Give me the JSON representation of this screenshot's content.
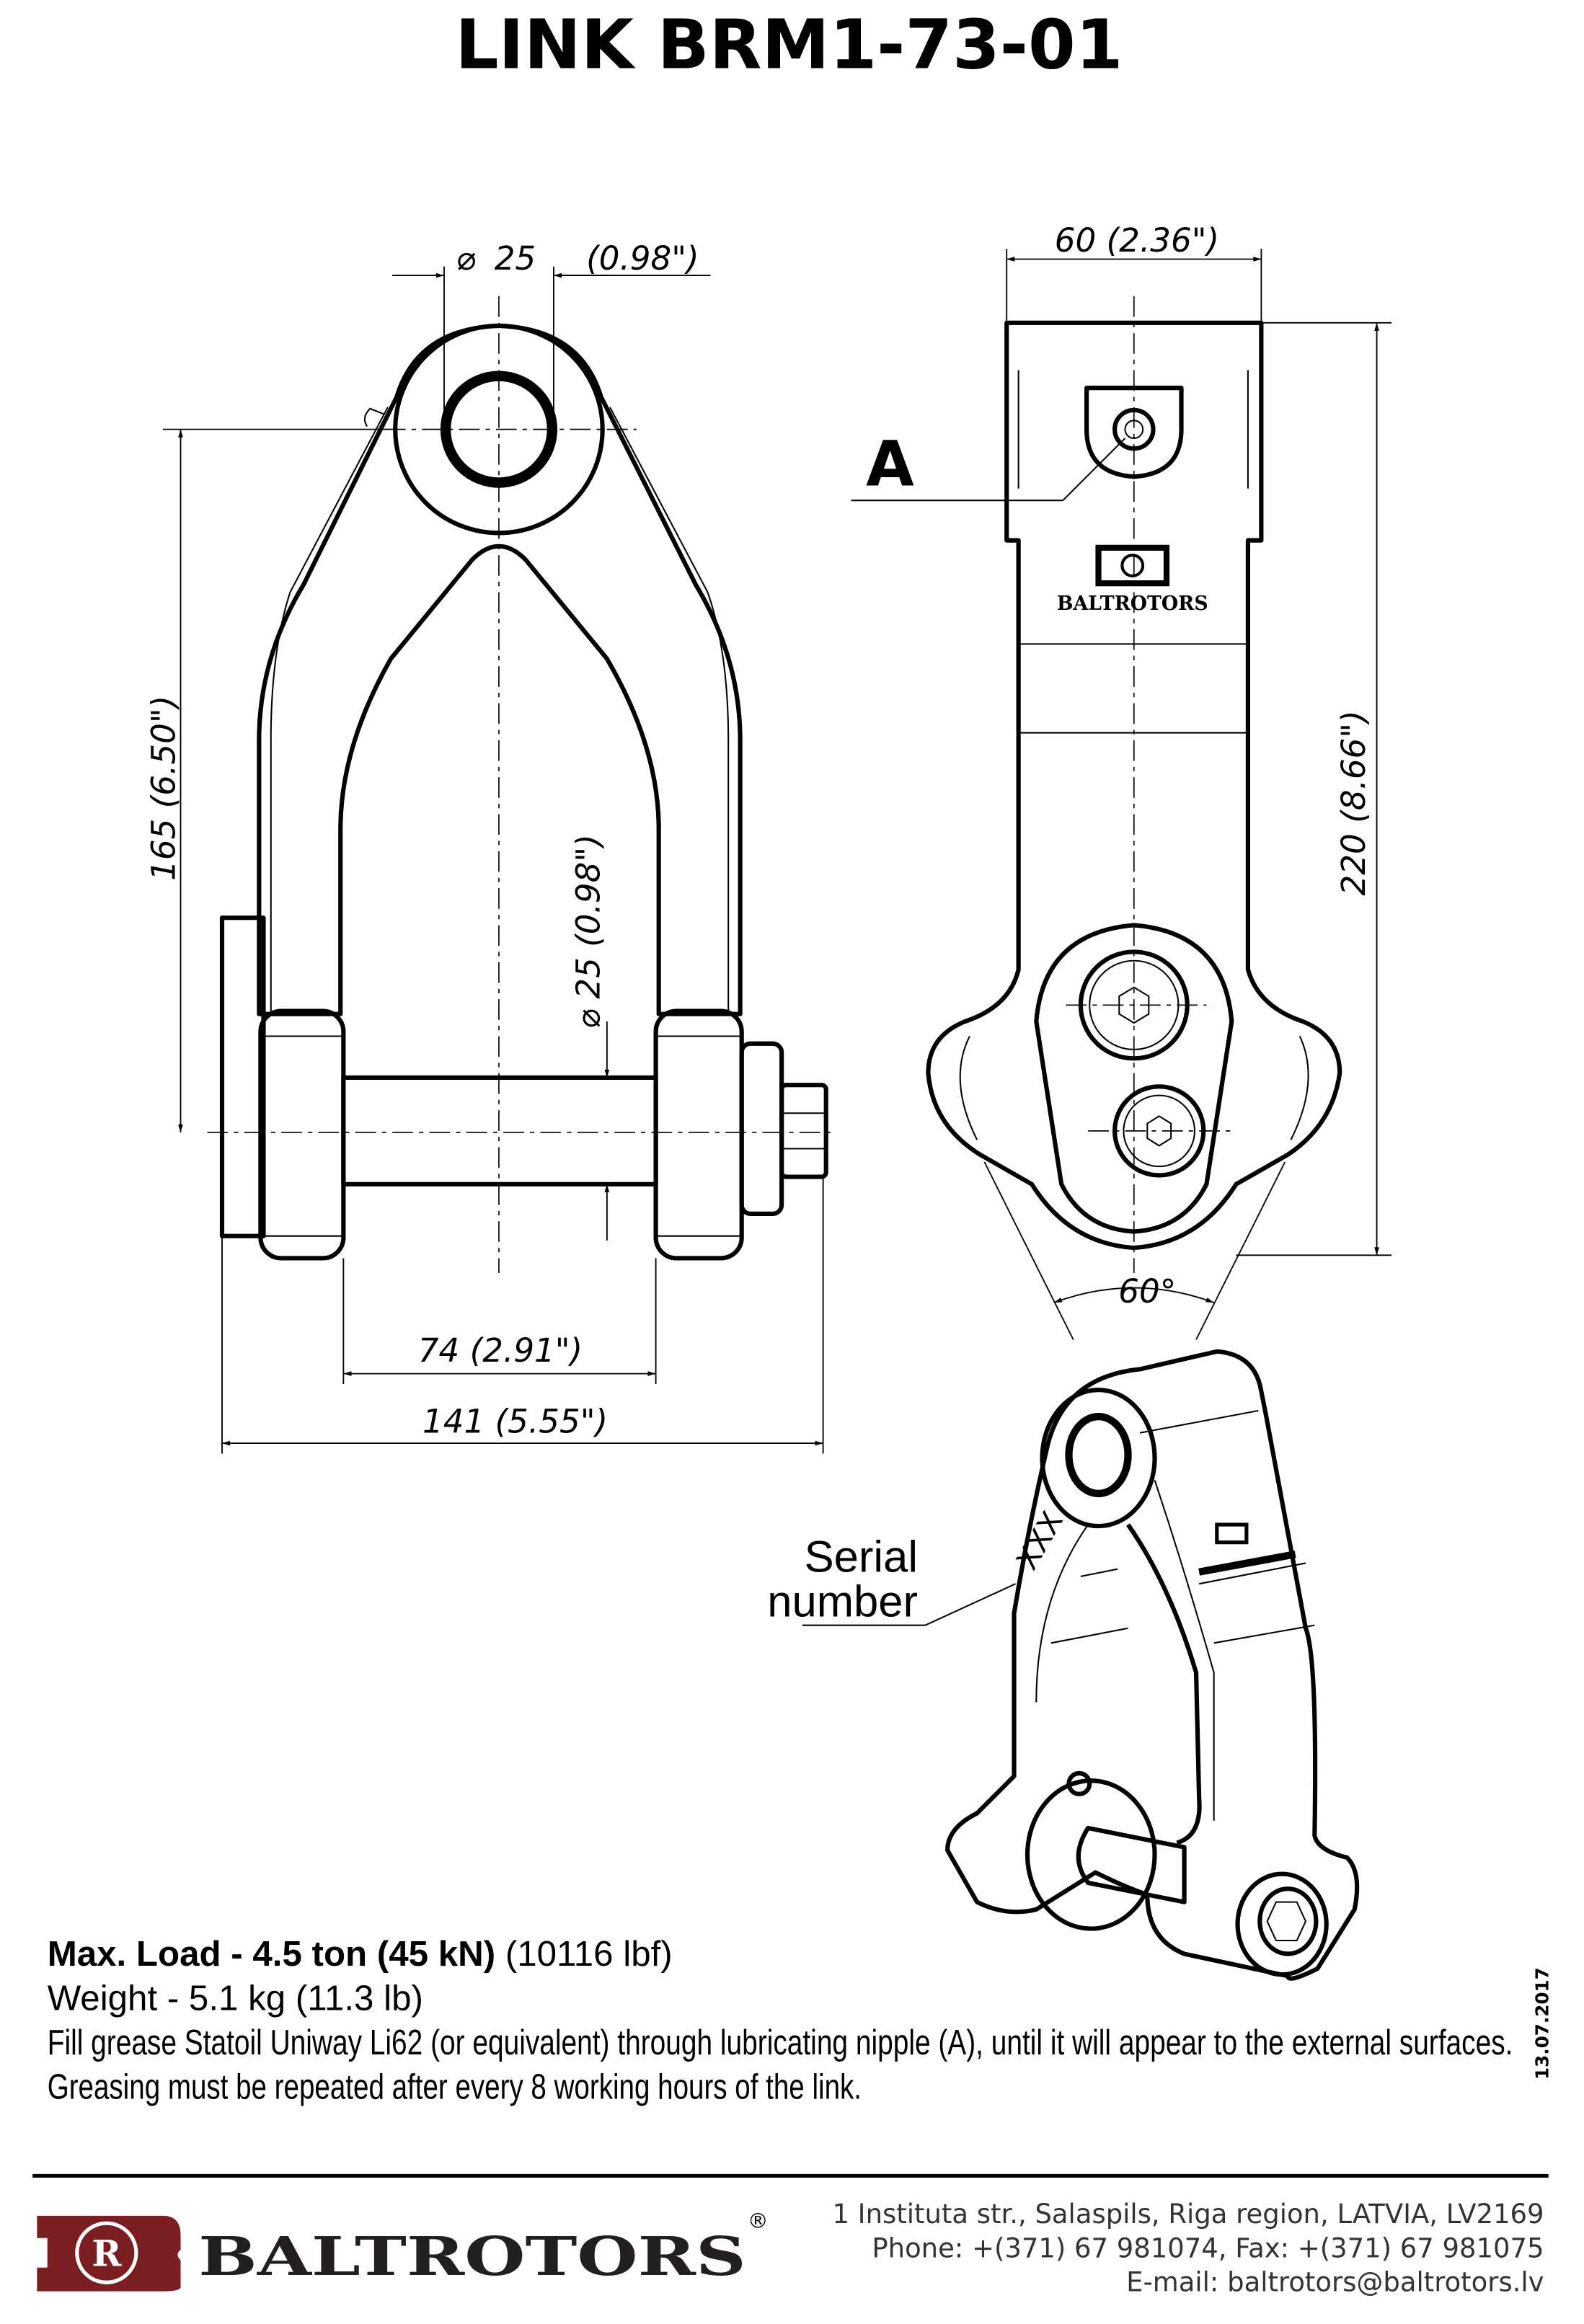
{
  "title": "LINK BRM1-73-01",
  "dimensions": {
    "pin_diameter_top": "25",
    "pin_diameter_top_in": "(0.98\")",
    "height_165": "165 (6.50\")",
    "pin_diameter_side": "25 (0.98\")",
    "inner_width": "74 (2.91\")",
    "overall_width": "141 (5.55\")",
    "side_width": "60 (2.36\")",
    "side_height": "220 (8.66\")",
    "angle": "60°",
    "diameter_symbol": "⌀"
  },
  "labels": {
    "nipple_label": "A",
    "serial_line1": "Serial",
    "serial_line2": "number",
    "serial_mark": "XXX",
    "engraved_brand": "BALTROTORS"
  },
  "specs": {
    "max_load_bold": "Max. Load - 4.5 ton (45 kN)",
    "max_load_lbf": "(10116 lbf)",
    "weight": "Weight - 5.1 kg (11.3 lb)",
    "grease_note": "Fill grease Statoil Uniway Li62 (or equivalent) through lubricating nipple (A), until it will appear to the external surfaces.",
    "greasing_interval": "Greasing must be repeated after every 8 working hours of the link."
  },
  "date": "13.07.2017",
  "footer": {
    "brand": "BALTROTORS",
    "registered": "®",
    "logo_letter": "R",
    "address": "1 Instituta str., Salaspils, Riga region, LATVIA, LV2169",
    "phone": "Phone: +(371) 67 981074, Fax: +(371) 67 981075",
    "email": "E-mail: baltrotors@baltrotors.lv",
    "brand_color": "#7a1e22"
  }
}
